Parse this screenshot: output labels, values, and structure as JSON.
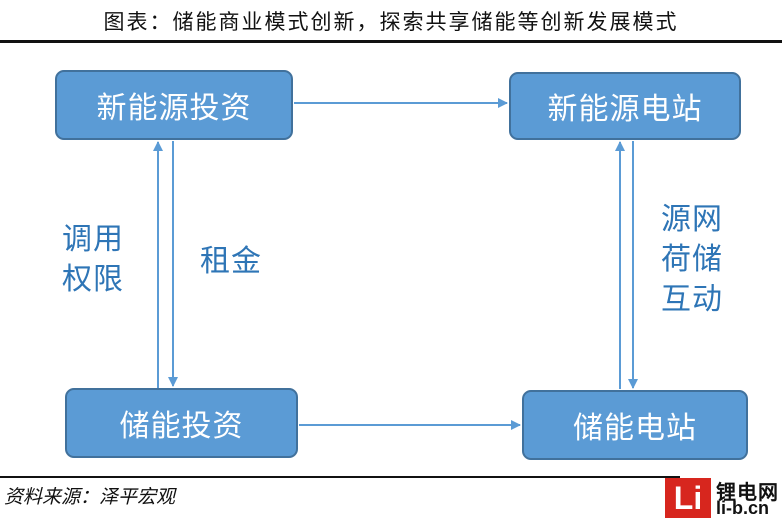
{
  "title": "图表：储能商业模式创新，探索共享储能等创新发展模式",
  "nodes": {
    "new_energy_investment": "新能源投资",
    "new_energy_station": "新能源电站",
    "storage_investment": "储能投资",
    "storage_station": "储能电站"
  },
  "edge_labels": {
    "dispatch_rights": "调用权限",
    "rent": "租金",
    "grid_interaction": "源网荷储互动"
  },
  "source": "资料来源：泽平宏观",
  "watermark": {
    "mark": "Li",
    "cn": "锂电网",
    "en": "li-b.cn"
  },
  "colors": {
    "node_fill": "#5b9bd5",
    "node_border": "#41719c",
    "label_text": "#2e75b6",
    "arrow": "#5b9bd5"
  }
}
